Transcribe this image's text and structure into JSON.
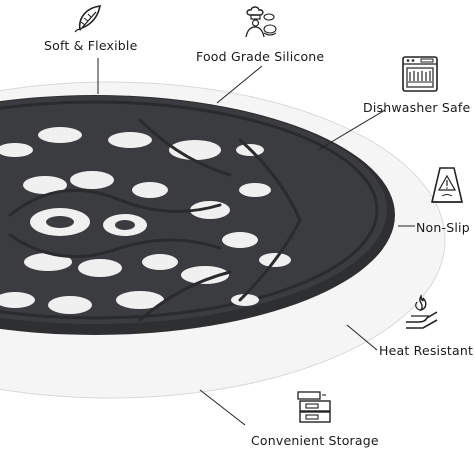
{
  "features": {
    "soft_flexible": "Soft & Flexible",
    "food_grade": "Food Grade Silicone",
    "dishwasher": "Dishwasher Safe",
    "non_slip": "Non-Slip",
    "heat_resistant": "Heat Resistant",
    "storage": "Convenient Storage"
  },
  "icons": {
    "soft_flexible": "feather-icon",
    "food_grade": "chef-food-icon",
    "dishwasher": "dishwasher-icon",
    "non_slip": "wet-floor-sign-icon",
    "heat_resistant": "flame-hand-icon",
    "storage": "storage-box-icon"
  },
  "colors": {
    "trivet": "#3a3b3d",
    "trivet_dark": "#2a2b2d",
    "plate": "#f4f4f4",
    "line": "#222222"
  }
}
